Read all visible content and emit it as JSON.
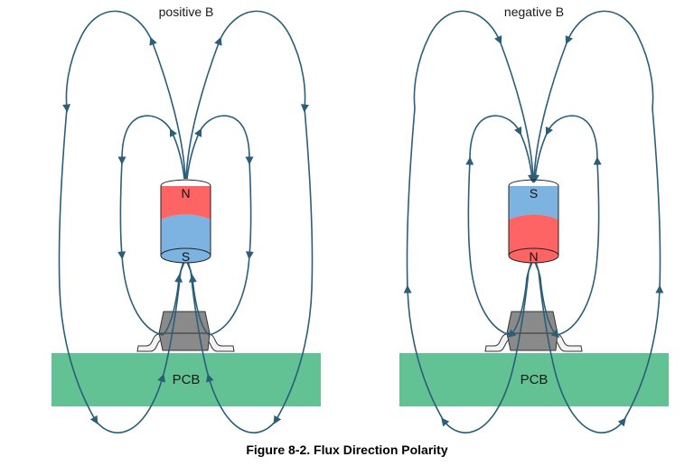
{
  "figure": {
    "caption": "Figure 8-2. Flux Direction Polarity"
  },
  "colors": {
    "flux_line": "#2b5e78",
    "north_pole": "#ff6464",
    "south_pole": "#7db3e0",
    "pcb": "#62c294",
    "chip_body": "#8a8a8a",
    "chip_lead": "#f2f2f2"
  },
  "panels": [
    {
      "title": "positive B",
      "top_pole_label": "N",
      "bottom_pole_label": "S",
      "top_pole": "north",
      "pcb_label": "PCB",
      "flux_direction": "out of top pole, into bottom pole"
    },
    {
      "title": "negative B",
      "top_pole_label": "S",
      "bottom_pole_label": "N",
      "top_pole": "south",
      "pcb_label": "PCB",
      "flux_direction": "out of bottom pole, into top pole"
    }
  ]
}
